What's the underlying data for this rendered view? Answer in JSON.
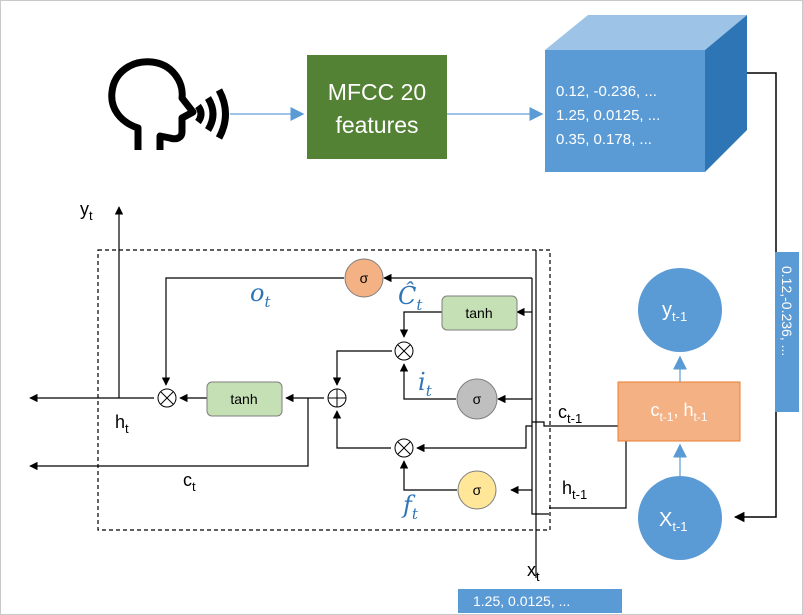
{
  "mfcc": {
    "line1": "MFCC 20",
    "line2": "features"
  },
  "cube": {
    "lines": [
      "0.12, -0.236, ...",
      "1.25, 0.0125, ...",
      "0.35, 0.178, ..."
    ]
  },
  "vertical_vector": "0.12,-0.236, ...",
  "bottom_vector": "1.25, 0.0125, ...",
  "nodes": {
    "y_prev": {
      "main": "y",
      "sub": "t-1"
    },
    "x_prev": {
      "main": "X",
      "sub": "t-1"
    },
    "state_box": {
      "c": "c",
      "c_sub": "t-1",
      "sep": ", ",
      "h": "h",
      "h_sub": "t-1"
    }
  },
  "gates": {
    "sigma": "σ",
    "tanh": "tanh",
    "multiply": "⊗",
    "add": "⊕"
  },
  "labels": {
    "o_t": {
      "main": "o",
      "sub": "t"
    },
    "c_hat_t": {
      "main": "Ĉ",
      "sub": "t"
    },
    "i_t": {
      "main": "i",
      "sub": "t"
    },
    "f_t": {
      "main": "f",
      "sub": "t"
    },
    "y_t": {
      "main": "y",
      "sub": "t"
    },
    "h_t": {
      "main": "h",
      "sub": "t"
    },
    "c_t": {
      "main": "c",
      "sub": "t"
    },
    "x_t": {
      "main": "x",
      "sub": "t"
    },
    "c_tm1": {
      "main": "c",
      "sub": "t-1"
    },
    "h_tm1": {
      "main": "h",
      "sub": "t-1"
    }
  },
  "colors": {
    "blue": "#5b9bd5",
    "blue_dark": "#2e75b6",
    "green": "#548235",
    "orange_gate": "#f4b183",
    "gray_gate": "#bfbfbf",
    "yellow_gate": "#ffe699",
    "tanh_box": "#c5e0b4",
    "state_box": "#f4b183",
    "connector": "#9dc3e6"
  }
}
